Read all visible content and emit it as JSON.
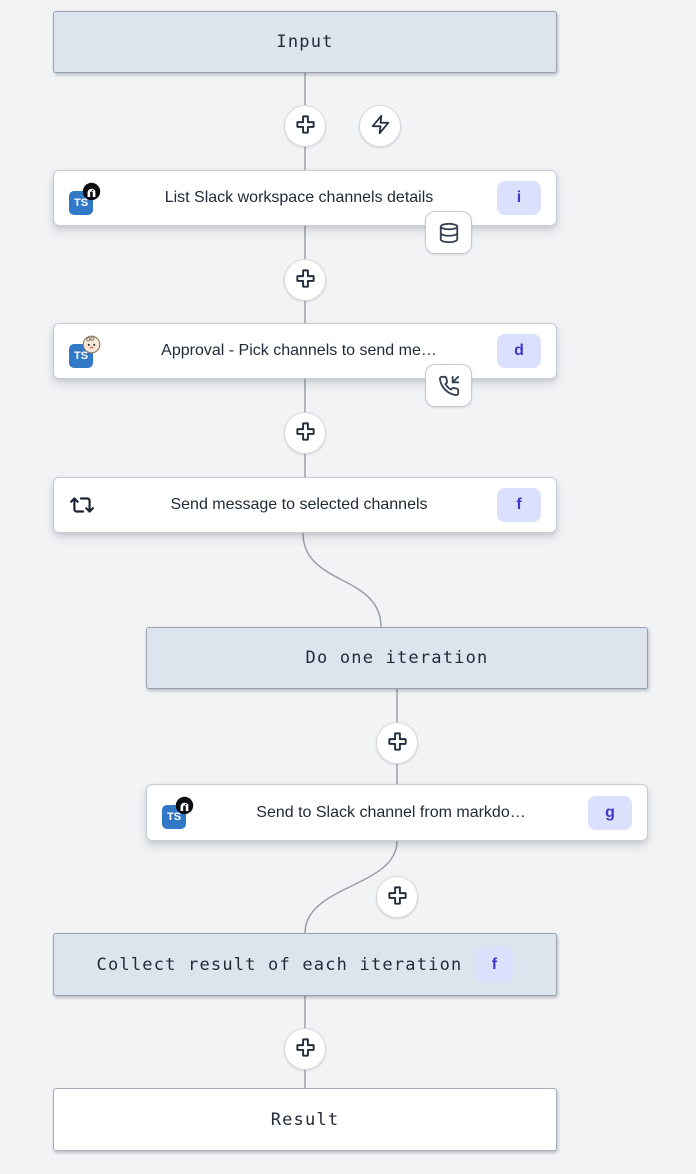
{
  "colors": {
    "page_bg": "#f2f3f5",
    "header_box_bg": "#dde4ed",
    "header_box_border": "#97a1b0",
    "node_bg": "#ffffff",
    "node_border": "#c7ccd6",
    "badge_bg": "#dbe1fc",
    "badge_text": "#4338ca",
    "edge": "#9aa0a9",
    "ts_icon_bg": "#3178c6",
    "icon_stroke": "#222c3c"
  },
  "icons": {
    "ts_label": "TS",
    "plus": "plus-icon",
    "zap": "zap-icon",
    "repeat": "repeat-icon",
    "database": "database-icon",
    "phone_incoming": "phone-incoming-icon",
    "deno": "typescript-deno-icon",
    "bun": "typescript-bun-icon"
  },
  "flow": {
    "input": {
      "label": "Input"
    },
    "list_channels": {
      "label": "List Slack workspace channels details",
      "badge": "i",
      "attachment": "database-icon"
    },
    "approval": {
      "label": "Approval - Pick channels to send me…",
      "badge": "d",
      "attachment": "phone-incoming-icon"
    },
    "forloop": {
      "label": "Send message to selected channels",
      "badge": "f"
    },
    "do_iteration": {
      "label": "Do one iteration"
    },
    "send_markdown": {
      "label": "Send to Slack channel from markdo…",
      "badge": "g"
    },
    "collect": {
      "label": "Collect result of each iteration",
      "badge": "f"
    },
    "result": {
      "label": "Result"
    }
  }
}
